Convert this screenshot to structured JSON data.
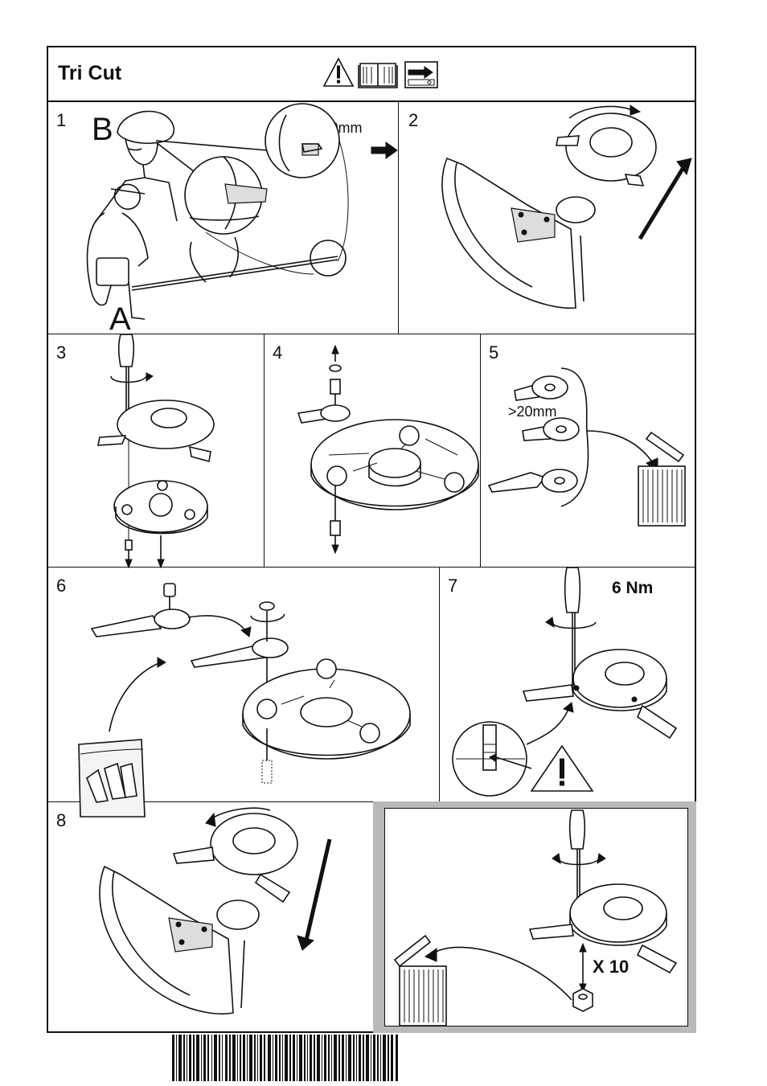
{
  "header": {
    "title": "Tri Cut",
    "icons": [
      "warning-triangle-icon",
      "open-manual-icon",
      "instruction-sheet-icon"
    ]
  },
  "steps": {
    "s1": {
      "number": "1",
      "label_b": "B",
      "label_a": "A",
      "measure": "<20mm"
    },
    "s2": {
      "number": "2"
    },
    "s3": {
      "number": "3"
    },
    "s4": {
      "number": "4"
    },
    "s5": {
      "number": "5",
      "measure": ">20mm"
    },
    "s6": {
      "number": "6"
    },
    "s7": {
      "number": "7",
      "torque": "6 Nm"
    },
    "s8": {
      "number": "8"
    },
    "s9": {
      "repeat": "X 10"
    }
  },
  "colors": {
    "line": "#111111",
    "gray_frame": "#b9b9b9"
  }
}
